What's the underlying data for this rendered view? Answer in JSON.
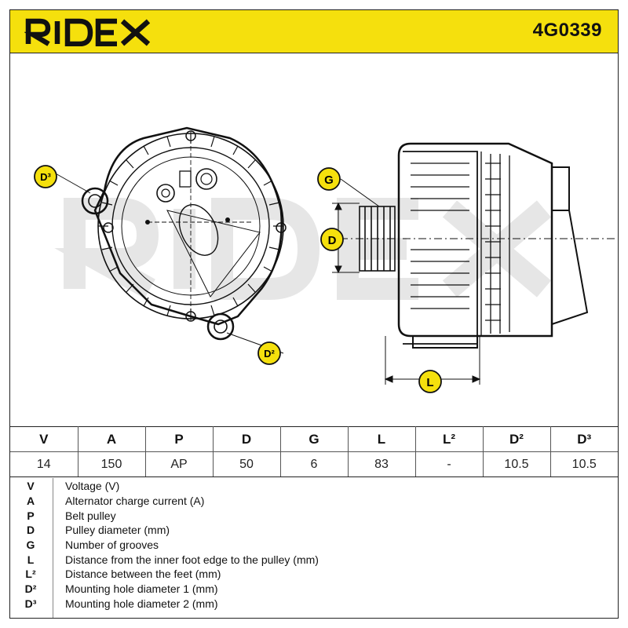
{
  "brand": "RIDEX",
  "part_number": "4G0339",
  "callouts": {
    "g": "G",
    "d": "D",
    "l": "L",
    "d2": "D²",
    "d3": "D³"
  },
  "specs": {
    "headers": [
      "V",
      "A",
      "P",
      "D",
      "G",
      "L",
      "L²",
      "D²",
      "D³"
    ],
    "values": [
      "14",
      "150",
      "AP",
      "50",
      "6",
      "83",
      "-",
      "10.5",
      "10.5"
    ]
  },
  "legend": [
    {
      "abbr": "V",
      "desc": "Voltage (V)"
    },
    {
      "abbr": "A",
      "desc": "Alternator charge current (A)"
    },
    {
      "abbr": "P",
      "desc": "Belt pulley"
    },
    {
      "abbr": "D",
      "desc": "Pulley diameter (mm)"
    },
    {
      "abbr": "G",
      "desc": "Number of grooves"
    },
    {
      "abbr": "L",
      "desc": "Distance from the inner foot edge to the pulley (mm)"
    },
    {
      "abbr": "L²",
      "desc": "Distance between the feet (mm)"
    },
    {
      "abbr": "D²",
      "desc": "Mounting hole diameter 1 (mm)"
    },
    {
      "abbr": "D³",
      "desc": "Mounting hole diameter 2 (mm)"
    }
  ],
  "colors": {
    "header_yellow": "#f5e00d",
    "callout_yellow": "#f5e00d",
    "watermark": "#e6e6e6"
  }
}
